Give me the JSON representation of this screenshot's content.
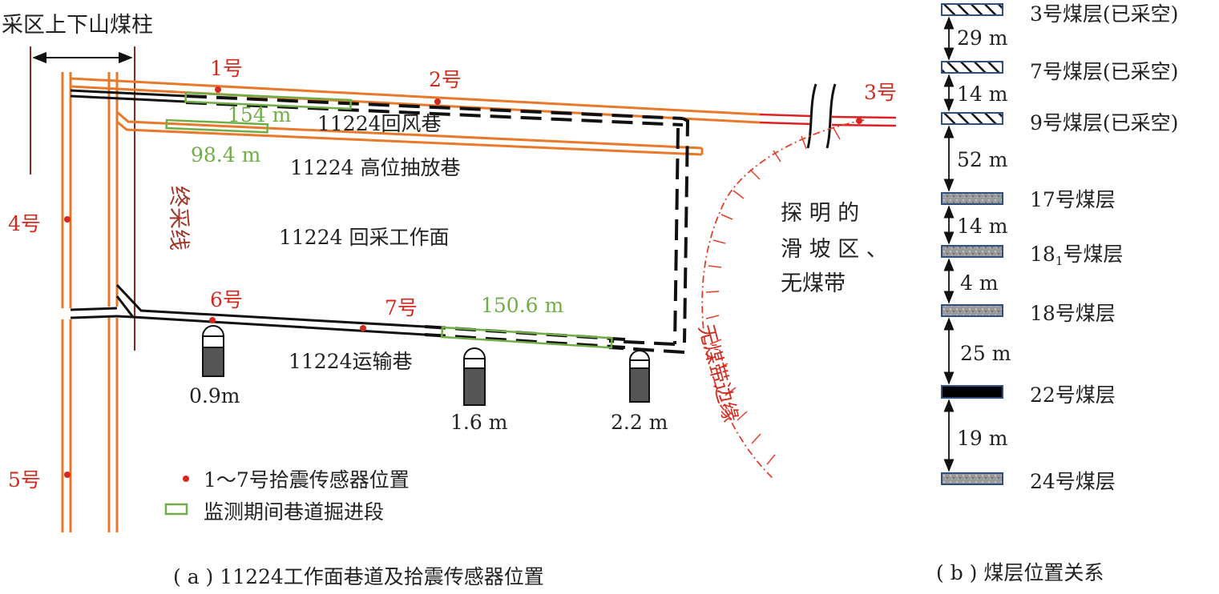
{
  "colors": {
    "roadway": "#e8782a",
    "new_roadway": "#e02020",
    "dark": "#111111",
    "sensor": "#d42a1e",
    "green": "#70ad47",
    "seam_fill_mined": "#ffffff",
    "seam_border": "#2f4f7f",
    "seam_gray": "#9a9a9a",
    "seam_black": "#000000",
    "boundary": "#e0402a"
  },
  "panel_a": {
    "top_label": "采区上下山煤柱",
    "stop_line": "终采线",
    "sensor_labels": {
      "s1": "1号",
      "s2": "2号",
      "s3": "3号",
      "s4": "4号",
      "s5": "5号",
      "s6": "6号",
      "s7": "7号"
    },
    "lengths": {
      "return_air": "154 m",
      "high_drain": "98.4 m",
      "transport": "150.6 m"
    },
    "roadways": {
      "return_air": "11224回风巷",
      "high_drain": "11224 高位抽放巷",
      "face": "11224 回采工作面",
      "transport": "11224运输巷"
    },
    "area_label": [
      "探 明 的",
      "滑 坡 区 、",
      "无煤带"
    ],
    "boundary_label": "无煤带边缘",
    "seam_heights": [
      "0.9m",
      "1.6 m",
      "2.2 m"
    ],
    "legend": {
      "sensors": "1～7号拾震传感器位置",
      "excavation": "监测期间巷道掘进段"
    },
    "caption": "( a ) 11224工作面巷道及拾震传感器位置"
  },
  "panel_b": {
    "seams": [
      {
        "name": "3号煤层(已采空)",
        "style": "mined"
      },
      {
        "name": "7号煤层(已采空)",
        "style": "mined"
      },
      {
        "name": "9号煤层(已采空)",
        "style": "mined"
      },
      {
        "name": "17号煤层",
        "style": "gray"
      },
      {
        "name_main": "18",
        "name_sub": "1",
        "name_suffix": "号煤层",
        "style": "gray"
      },
      {
        "name": "18号煤层",
        "style": "gray"
      },
      {
        "name": "22号煤层",
        "style": "black"
      },
      {
        "name": "24号煤层",
        "style": "gray"
      }
    ],
    "spacings": [
      "29 m",
      "14 m",
      "52 m",
      "14 m",
      "4 m",
      "25 m",
      "19 m"
    ],
    "caption": "( b ) 煤层位置关系"
  }
}
